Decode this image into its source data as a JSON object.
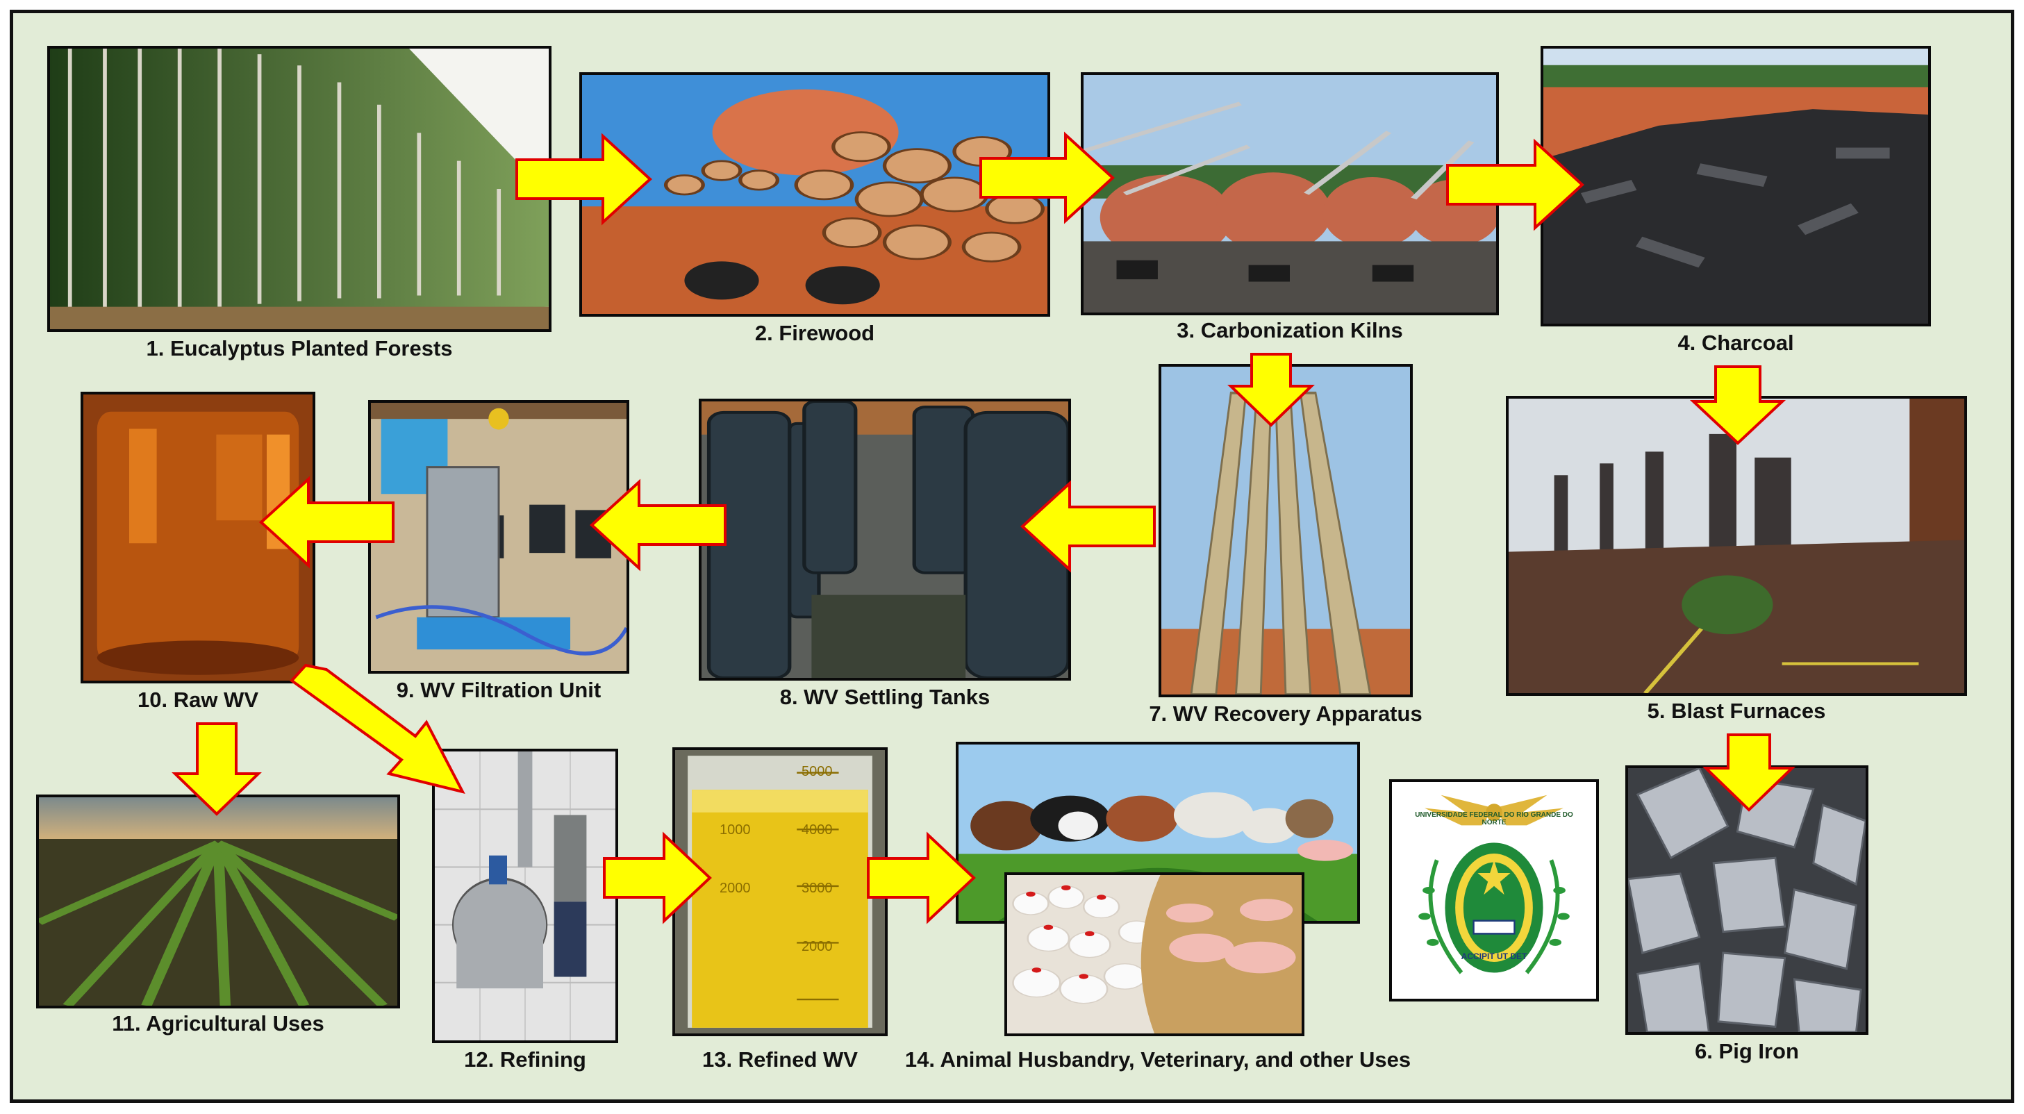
{
  "steps": {
    "s1": "1. Eucalyptus Planted Forests",
    "s2": "2. Firewood",
    "s3": "3. Carbonization Kilns",
    "s4": "4. Charcoal",
    "s5": "5. Blast Furnaces",
    "s6": "6. Pig Iron",
    "s7": "7. WV Recovery Apparatus",
    "s8": "8. WV Settling Tanks",
    "s9": "9. WV Filtration Unit",
    "s10": "10. Raw WV",
    "s11": "11. Agricultural Uses",
    "s12": "12. Refining",
    "s13": "13. Refined WV",
    "s14": "14. Animal Husbandry, Veterinary, and other Uses"
  },
  "beaker": {
    "t5000": "5000",
    "t4000": "4000",
    "t3000": "3000",
    "t2000": "2000",
    "t1000": "1000",
    "t2000b": "2000"
  },
  "seal_text": "UNIVERSIDADE FEDERAL DO RIO GRANDE DO NORTE",
  "seal_motto": "ACCIPIT UT DET",
  "colors": {
    "background": "#e2ecd7",
    "arrow_fill": "#ffff00",
    "arrow_stroke": "#e00000"
  }
}
